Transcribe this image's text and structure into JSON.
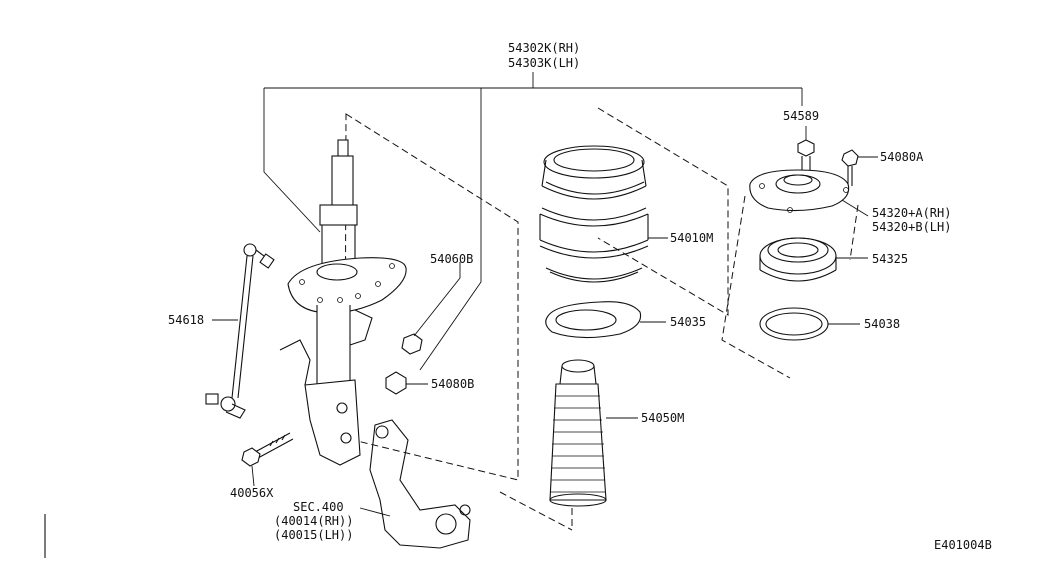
{
  "diagram": {
    "assembly_rh": "54302K(RH)",
    "assembly_lh": "54303K(LH)",
    "parts": {
      "bolt_40056x": "40056X",
      "link_54618": "54618",
      "nut_54060b": "54060B",
      "nut_54080b": "54080B",
      "spring_54010m": "54010M",
      "seat_54035": "54035",
      "bound_54050m": "54050M",
      "nut_54589": "54589",
      "bolt_54080a": "54080A",
      "mount_rh": "54320+A(RH)",
      "mount_lh": "54320+B(LH)",
      "bearing_54325": "54325",
      "seat_54038": "54038"
    },
    "knuckle_ref": {
      "sec": "SEC.400",
      "rh": "(40014(RH))",
      "lh": "(40015(LH))"
    },
    "drawing_code": "E401004B"
  }
}
